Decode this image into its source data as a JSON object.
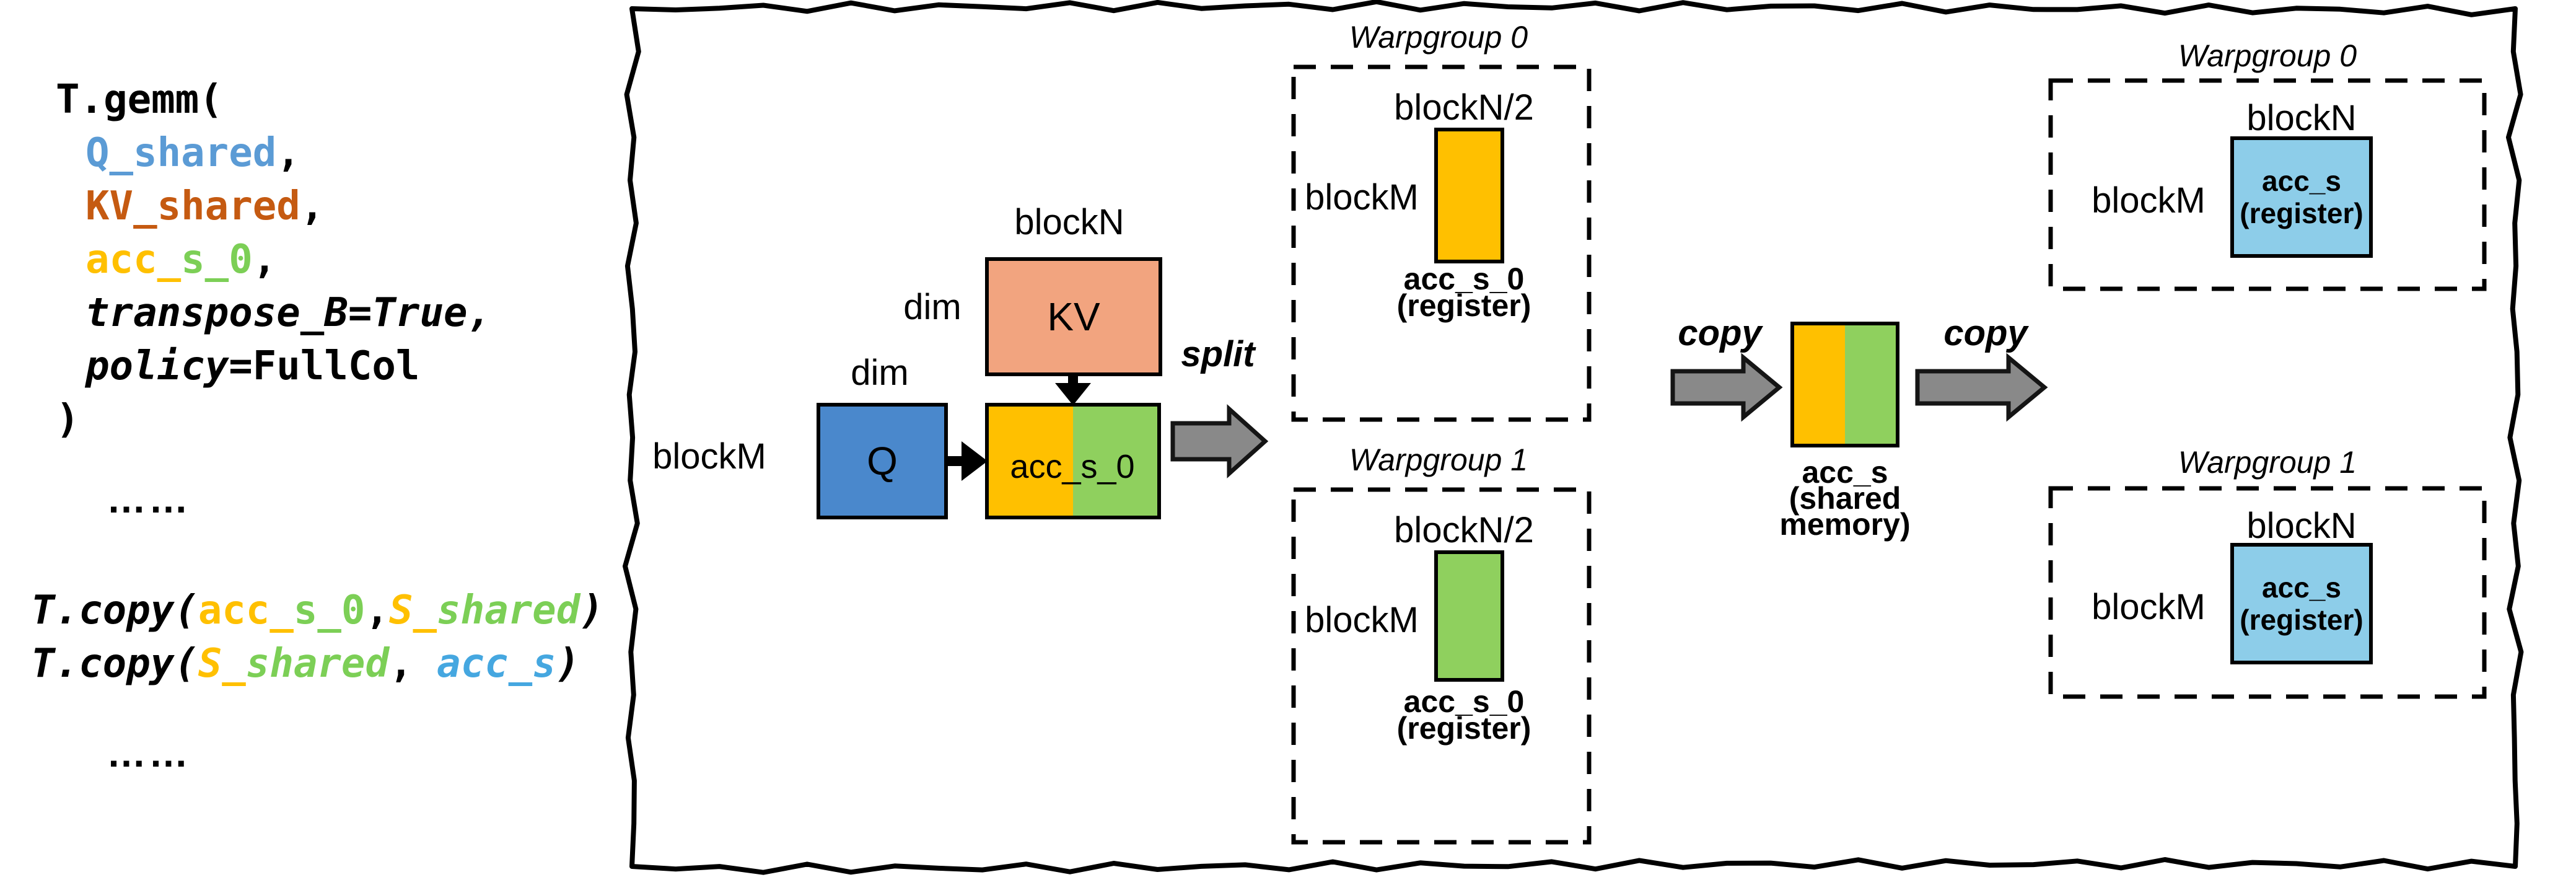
{
  "colors": {
    "black": "#000000",
    "code_blue": "#5B9BD5",
    "code_orange": "#C55A11",
    "code_gold": "#FFC000",
    "code_green": "#7CCF56",
    "code_cyan": "#45A7E0",
    "q_blue": "#4A88CC",
    "kv_salmon": "#F2A47F",
    "gold": "#FFC000",
    "green": "#8FD05E",
    "light_blue": "#8DCDE9",
    "arrow_gray": "#898989"
  },
  "code": {
    "gemm_lines": [
      {
        "segs": [
          {
            "t": "T.gemm(",
            "c": "black"
          }
        ]
      },
      {
        "ind": 1,
        "segs": [
          {
            "t": "Q_shared",
            "c": "code_blue"
          },
          {
            "t": ",",
            "c": "black"
          }
        ]
      },
      {
        "ind": 1,
        "segs": [
          {
            "t": "KV_shared",
            "c": "code_orange"
          },
          {
            "t": ",",
            "c": "black"
          }
        ]
      },
      {
        "ind": 1,
        "segs": [
          {
            "t": "acc_",
            "c": "code_gold"
          },
          {
            "t": "s_0",
            "c": "code_green"
          },
          {
            "t": ",",
            "c": "black"
          }
        ]
      },
      {
        "ind": 1,
        "segs": [
          {
            "t": "transpose_B=True,",
            "c": "black",
            "i": 1
          }
        ]
      },
      {
        "ind": 1,
        "segs": [
          {
            "t": "policy",
            "c": "black",
            "i": 1
          },
          {
            "t": "=FullCol",
            "c": "black"
          }
        ]
      },
      {
        "segs": [
          {
            "t": ")",
            "c": "black"
          }
        ]
      }
    ],
    "dots1": "……",
    "copy_lines": [
      {
        "segs": [
          {
            "t": "T.copy(",
            "c": "black",
            "i": 1
          },
          {
            "t": "acc_",
            "c": "code_gold"
          },
          {
            "t": "s_0",
            "c": "code_green"
          },
          {
            "t": ",",
            "c": "black"
          },
          {
            "t": "S_",
            "c": "code_gold",
            "i": 1
          },
          {
            "t": "shared",
            "c": "code_green",
            "i": 1
          },
          {
            "t": ")",
            "c": "black",
            "i": 1
          }
        ]
      },
      {
        "segs": [
          {
            "t": "T.copy(",
            "c": "black",
            "i": 1
          },
          {
            "t": "S_",
            "c": "code_gold",
            "i": 1
          },
          {
            "t": "shared",
            "c": "code_green",
            "i": 1
          },
          {
            "t": ", ",
            "c": "black"
          },
          {
            "t": "acc_s",
            "c": "code_cyan",
            "i": 1
          },
          {
            "t": ")",
            "c": "black",
            "i": 1
          }
        ]
      }
    ],
    "dots2": "……"
  },
  "diagram": {
    "gemm": {
      "block_m": "blockM",
      "dim_q": "dim",
      "dim_kv": "dim",
      "block_n": "blockN",
      "q": "Q",
      "kv": "KV",
      "acc": "acc_s_0",
      "split": "split"
    },
    "wg_mid_0": {
      "title": "Warpgroup 0",
      "width_label": "blockN/2",
      "height_label": "blockM",
      "name": "acc_s_0",
      "mem": "(register)"
    },
    "wg_mid_1": {
      "title": "Warpgroup 1",
      "width_label": "blockN/2",
      "height_label": "blockM",
      "name": "acc_s_0",
      "mem": "(register)"
    },
    "shared": {
      "copy_left": "copy",
      "copy_right": "copy",
      "name": "acc_s",
      "mem_line1": "(shared",
      "mem_line2": "memory)"
    },
    "wg_right_0": {
      "title": "Warpgroup 0",
      "width_label": "blockN",
      "height_label": "blockM",
      "name": "acc_s",
      "mem": "(register)"
    },
    "wg_right_1": {
      "title": "Warpgroup 1",
      "width_label": "blockN",
      "height_label": "blockM",
      "name": "acc_s",
      "mem": "(register)"
    }
  }
}
